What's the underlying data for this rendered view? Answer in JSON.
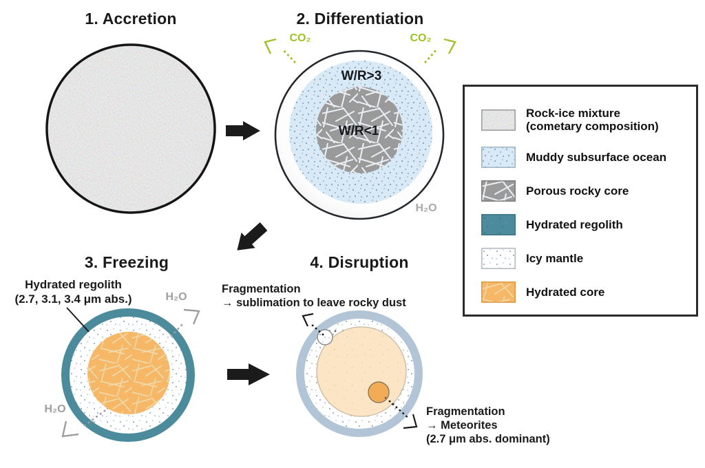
{
  "figure": {
    "stage1": {
      "title": "1. Accretion"
    },
    "stage2": {
      "title": "2. Differentiation",
      "water_rock_outer": "W/R>3",
      "water_rock_core": "W/R<1",
      "co2_left": "CO₂",
      "co2_right": "CO₂",
      "h2o": "H₂O"
    },
    "stage3": {
      "title": "3. Freezing",
      "regolith_note_line1": "Hydrated regolith",
      "regolith_note_line2": "(2.7, 3.1, 3.4 μm abs.)",
      "h2o_top": "H₂O",
      "h2o_bottom": "H₂O"
    },
    "stage4": {
      "title": "4. Disruption",
      "frag_top_line1": "Fragmentation",
      "frag_top_line2": "→ sublimation to leave rocky dust",
      "frag_bottom_line1": "Fragmentation",
      "frag_bottom_line2": "→ Meteorites",
      "frag_bottom_line3": "(2.7 μm abs. dominant)"
    }
  },
  "legend": {
    "items": [
      {
        "id": "rock-ice-mixture",
        "lines": [
          "Rock-ice mixture",
          "(cometary composition)"
        ]
      },
      {
        "id": "muddy-subsurface-ocean",
        "lines": [
          "Muddy subsurface ocean"
        ]
      },
      {
        "id": "porous-rocky-core",
        "lines": [
          "Porous rocky core"
        ]
      },
      {
        "id": "hydrated-regolith",
        "lines": [
          "Hydrated regolith"
        ]
      },
      {
        "id": "icy-mantle",
        "lines": [
          "Icy mantle"
        ]
      },
      {
        "id": "hydrated-core",
        "lines": [
          "Hydrated core"
        ]
      }
    ]
  },
  "colors": {
    "co2_green": "#9cc227",
    "h2o_gray": "#9e9e9e",
    "muddy_ocean_blue": "#d9e9f5",
    "porous_core_gray": "#9a9a9a",
    "hydrated_regolith_teal": "#4b8b9c",
    "icy_mantle_white": "#ffffff",
    "hydrated_core_orange": "#f6b766",
    "disrupted_core_pale": "#fce5c4",
    "disrupted_ring_blue": "#b2c5d6"
  }
}
